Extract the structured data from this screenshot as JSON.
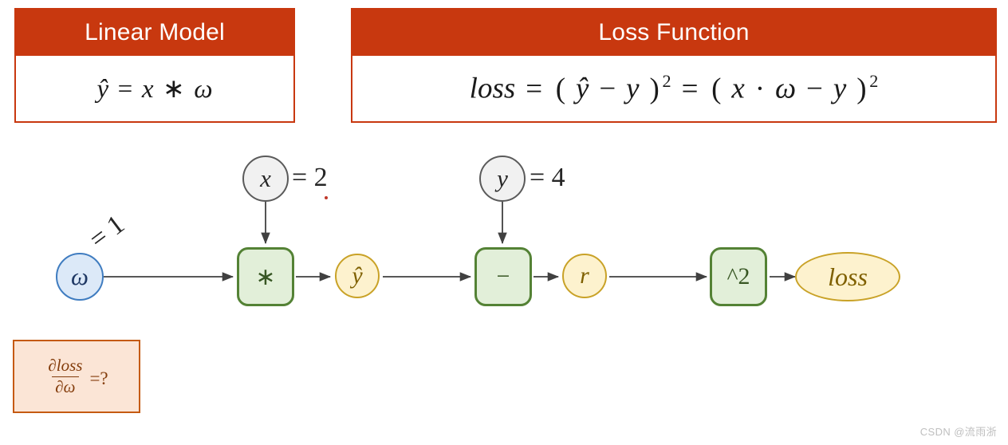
{
  "cards": {
    "linear": {
      "title": "Linear Model",
      "formula_plain": "ŷ = x * ω",
      "lhs": "ŷ",
      "eq": "=",
      "rhs_x": "x",
      "mul": "∗",
      "rhs_w": "ω"
    },
    "loss": {
      "title": "Loss Function",
      "formula_plain": "loss = (ŷ − y)² = (x · ω − y)²",
      "lhs": "loss",
      "eq1": "=",
      "open1": "(",
      "yhat": "ŷ",
      "minus1": "−",
      "y1": "y",
      "close1": ")",
      "sup1": "2",
      "eq2": "=",
      "open2": "(",
      "x2": "x",
      "dot": "·",
      "w2": "ω",
      "minus2": "−",
      "y2": "y",
      "close2": ")",
      "sup2": "2"
    }
  },
  "graph": {
    "nodes": {
      "omega": "ω",
      "x": "x",
      "y": "y",
      "mul_op": "∗",
      "sub_op": "−",
      "pow_op": "^2",
      "yhat": "ŷ",
      "r": "r",
      "loss": "loss"
    },
    "labels": {
      "omega_value": "= 1",
      "x_value": "= 2",
      "y_value": "= 4"
    },
    "values": {
      "omega": 1,
      "x": 2,
      "y": 4
    }
  },
  "derivative": {
    "numerator": "∂loss",
    "denominator": "∂ω",
    "question": "=?",
    "plain": "∂loss/∂ω =?"
  },
  "watermark": "CSDN @流雨浙",
  "colors": {
    "header_red": "#C8380F",
    "op_fill": "#E2EFD9",
    "op_border": "#548235",
    "value_fill": "#FDF2CE",
    "value_border": "#C9A227",
    "weight_fill": "#DCE9F8",
    "weight_border": "#3F7CC0",
    "input_fill": "#F1F1F1",
    "input_border": "#5A5A5A",
    "deriv_fill": "#FBE5D6",
    "deriv_border": "#C55A11"
  }
}
